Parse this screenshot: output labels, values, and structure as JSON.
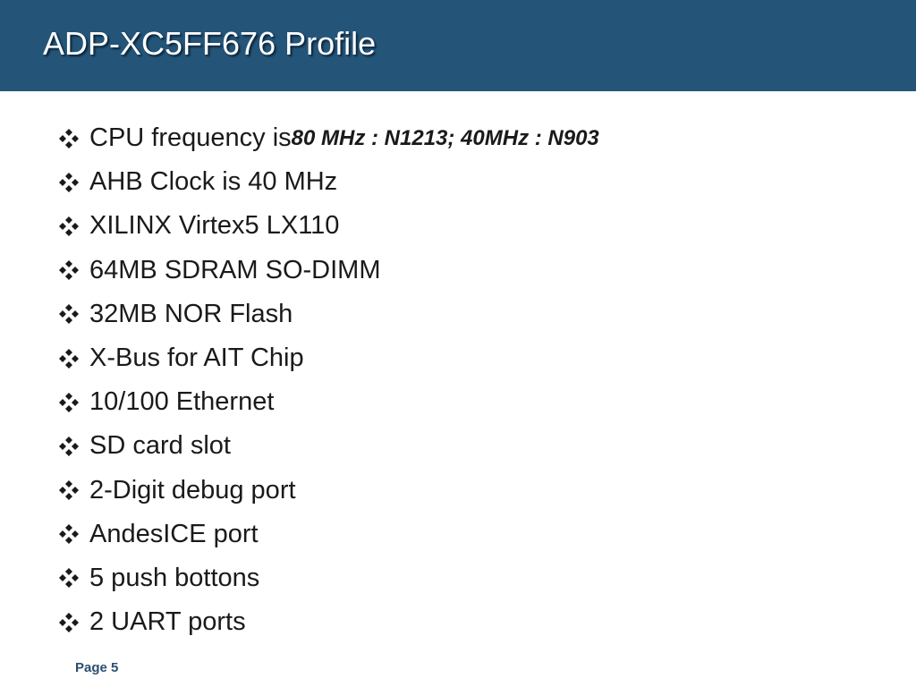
{
  "slide": {
    "title": "ADP-XC5FF676 Profile",
    "bullet_icon": "four-diamond-bullet-icon",
    "bullets": [
      {
        "prefix": "CPU frequency is ",
        "emphasis": "80 MHz : N1213; 40MHz : N903"
      },
      {
        "text": "AHB Clock is 40 MHz"
      },
      {
        "text": "XILINX Virtex5 LX110"
      },
      {
        "text": "64MB SDRAM SO-DIMM"
      },
      {
        "text": "32MB NOR Flash"
      },
      {
        "text": "X-Bus for AIT Chip"
      },
      {
        "text": "10/100 Ethernet"
      },
      {
        "text": "SD card slot"
      },
      {
        "text": "2-Digit debug port"
      },
      {
        "text": "AndesICE port"
      },
      {
        "text": "5 push bottons"
      },
      {
        "text": "2 UART ports"
      }
    ],
    "footer": {
      "page_label": "Page 5"
    }
  },
  "colors": {
    "title_bar": "#245579",
    "title_text": "#ffffff",
    "body_text": "#1a1a1a",
    "page_number": "#2b4f70"
  }
}
